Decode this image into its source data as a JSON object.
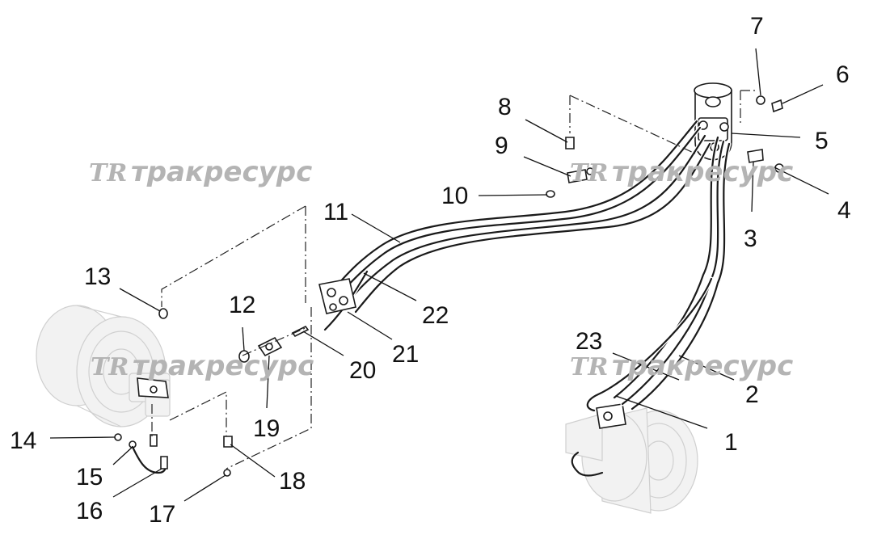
{
  "watermark": {
    "logo": "TR",
    "text": "тракресурс"
  },
  "callouts": [
    {
      "id": "c1",
      "label": "1"
    },
    {
      "id": "c2",
      "label": "2"
    },
    {
      "id": "c3",
      "label": "3"
    },
    {
      "id": "c4",
      "label": "4"
    },
    {
      "id": "c5",
      "label": "5"
    },
    {
      "id": "c6",
      "label": "6"
    },
    {
      "id": "c7",
      "label": "7"
    },
    {
      "id": "c8",
      "label": "8"
    },
    {
      "id": "c9",
      "label": "9"
    },
    {
      "id": "c10",
      "label": "10"
    },
    {
      "id": "c11",
      "label": "11"
    },
    {
      "id": "c12",
      "label": "12"
    },
    {
      "id": "c13",
      "label": "13"
    },
    {
      "id": "c14",
      "label": "14"
    },
    {
      "id": "c15",
      "label": "15"
    },
    {
      "id": "c16",
      "label": "16"
    },
    {
      "id": "c17",
      "label": "17"
    },
    {
      "id": "c18",
      "label": "18"
    },
    {
      "id": "c19",
      "label": "19"
    },
    {
      "id": "c20",
      "label": "20"
    },
    {
      "id": "c21",
      "label": "21"
    },
    {
      "id": "c22",
      "label": "22"
    },
    {
      "id": "c23",
      "label": "23"
    }
  ]
}
